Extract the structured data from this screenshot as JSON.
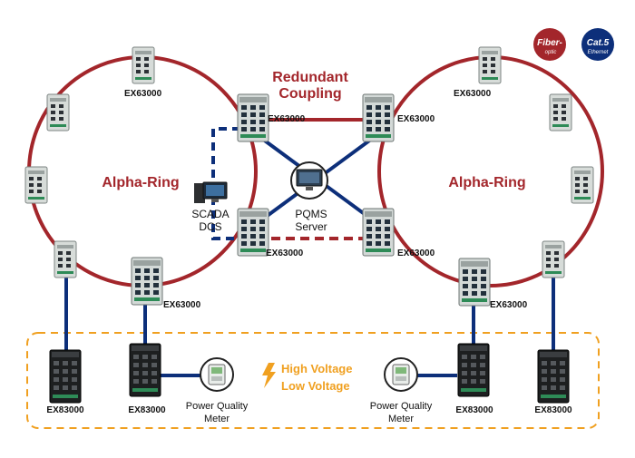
{
  "colors": {
    "ring": "#a3262b",
    "link_blue": "#0d2f7a",
    "accent_orange": "#f0a020",
    "switch_light": "#d7dcd9",
    "switch_dark": "#1d1f20",
    "text": "#111111"
  },
  "legend": {
    "fiber": {
      "line1": "Fiber-",
      "line2": "optic",
      "icon": "fiber-optic-badge-icon",
      "color": "#a3262b"
    },
    "cat5": {
      "line1": "Cat.5",
      "line2": "Ethernet",
      "icon": "cat5-ethernet-badge-icon",
      "color": "#0d2f7a"
    }
  },
  "titles": {
    "redundant_line1": "Redundant",
    "redundant_line2": "Coupling",
    "left_ring": "Alpha-Ring",
    "right_ring": "Alpha-Ring"
  },
  "devices": {
    "ex63000": "EX63000",
    "ex83000": "EX83000",
    "scada_line1": "SCADA",
    "scada_line2": "DCS",
    "pqms_line1": "PQMS",
    "pqms_line2": "Server",
    "pqm_line1": "Power Quality",
    "pqm_line2": "Meter"
  },
  "voltage": {
    "high": "High Voltage",
    "low": "Low Voltage"
  }
}
